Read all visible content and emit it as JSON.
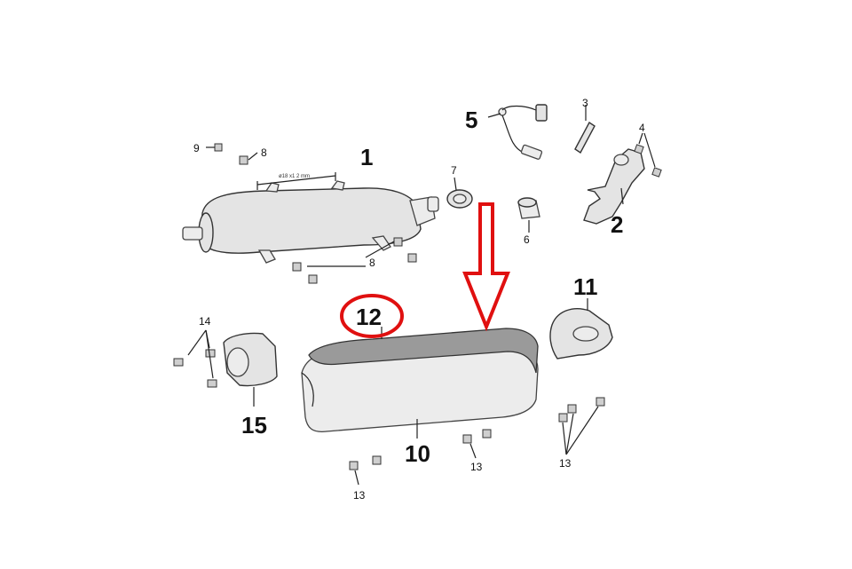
{
  "diagram": {
    "dimension_label": "ø18 x1 2 mm",
    "highlight_color": "#e01010",
    "callouts": {
      "p1": "1",
      "p2": "2",
      "p3": "3",
      "p4": "4",
      "p5": "5",
      "p6": "6",
      "p7": "7",
      "p8a": "8",
      "p8b": "8",
      "p9": "9",
      "p10": "10",
      "p11": "11",
      "p12": "12",
      "p13a": "13",
      "p13b": "13",
      "p13c": "13",
      "p14": "14",
      "p15": "15"
    }
  }
}
